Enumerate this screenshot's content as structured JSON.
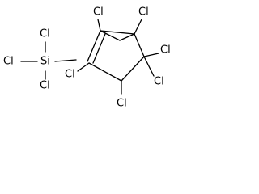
{
  "structure": {
    "atoms": {
      "si": "Si",
      "cl_si_top": "Cl",
      "cl_si_left": "Cl",
      "cl_si_bottom": "Cl",
      "cl_c2": "Cl",
      "cl_c1": "Cl",
      "cl_c7a": "Cl",
      "cl_c7b": "Cl",
      "cl_c3": "Cl",
      "cl_c4": "Cl"
    }
  }
}
